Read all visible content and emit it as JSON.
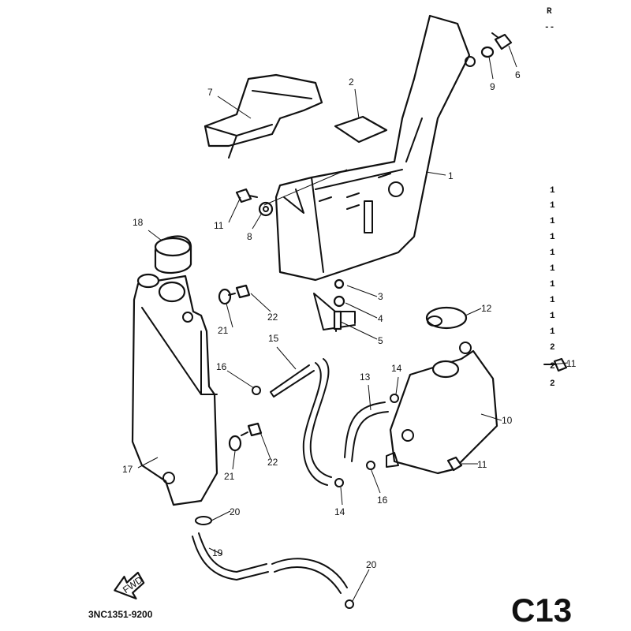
{
  "diagram": {
    "page_id": "C13",
    "part_code": "3NC1351-9200",
    "fwd_label": "FWD",
    "header_letter": "R",
    "header_dash": "--",
    "callouts": {
      "c7": "7",
      "c2": "2",
      "c9": "9",
      "c6": "6",
      "c1": "1",
      "c18": "18",
      "c11a": "11",
      "c8": "8",
      "c3": "3",
      "c4": "4",
      "c5": "5",
      "c12": "12",
      "c21a": "21",
      "c22a": "22",
      "c15": "15",
      "c11b": "11",
      "c16a": "16",
      "c13": "13",
      "c14a": "14",
      "c10": "10",
      "c17": "17",
      "c21b": "21",
      "c22b": "22",
      "c11c": "11",
      "c16b": "16",
      "c14b": "14",
      "c20a": "20",
      "c19": "19",
      "c20b": "20"
    },
    "qty_column": [
      "1",
      "1",
      "1",
      "1",
      "1",
      "1",
      "1",
      "1",
      "1",
      "1",
      "2",
      "2",
      "2"
    ]
  }
}
